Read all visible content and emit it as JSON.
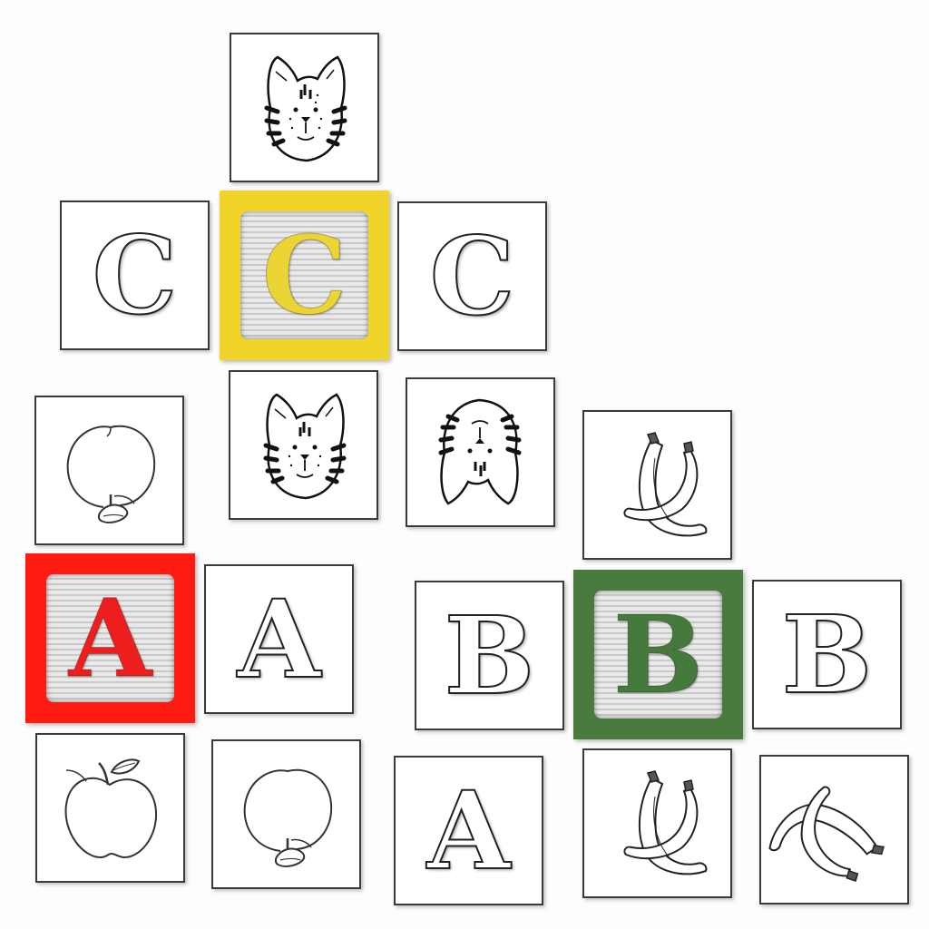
{
  "colors": {
    "red": "#ff1a12",
    "yellow": "#f0d42a",
    "green": "#4a7b3e",
    "red_letter": "#ef1e1e",
    "yellow_letter": "#ead535",
    "green_letter": "#457a3c"
  },
  "tiles": [
    {
      "kind": "picture",
      "icon": "cat-icon"
    },
    {
      "kind": "letter",
      "letter": "C"
    },
    {
      "kind": "letter",
      "letter": "C",
      "selected": "yellow"
    },
    {
      "kind": "letter",
      "letter": "C"
    },
    {
      "kind": "picture",
      "icon": "apple-core-icon"
    },
    {
      "kind": "picture",
      "icon": "cat-icon"
    },
    {
      "kind": "picture",
      "icon": "cat-upside-down-icon"
    },
    {
      "kind": "picture",
      "icon": "banana-icon"
    },
    {
      "kind": "letter",
      "letter": "A",
      "selected": "red"
    },
    {
      "kind": "letter",
      "letter": "A"
    },
    {
      "kind": "letter",
      "letter": "B"
    },
    {
      "kind": "letter",
      "letter": "B",
      "selected": "green"
    },
    {
      "kind": "letter",
      "letter": "B"
    },
    {
      "kind": "picture",
      "icon": "apple-icon"
    },
    {
      "kind": "picture",
      "icon": "apple-core-icon"
    },
    {
      "kind": "letter",
      "letter": "A"
    },
    {
      "kind": "picture",
      "icon": "banana-icon"
    },
    {
      "kind": "picture",
      "icon": "banana-rotated-icon"
    }
  ]
}
